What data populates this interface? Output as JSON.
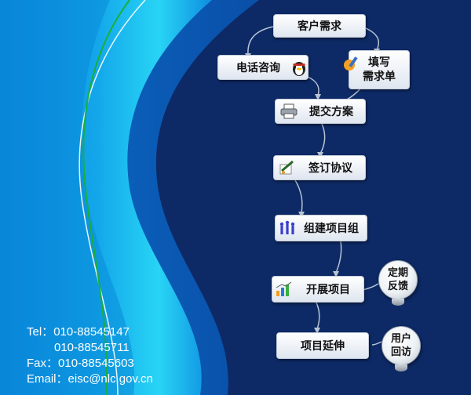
{
  "flow": {
    "customer_needs": "客户需求",
    "phone_consult": "电话咨询",
    "fill_needs_line1": "填写",
    "fill_needs_line2": "需求单",
    "submit_plan": "提交方案",
    "sign_agreement": "签订协议",
    "build_team": "组建项目组",
    "start_project": "开展项目",
    "extend_project": "项目延伸",
    "periodic_feedback_line1": "定期",
    "periodic_feedback_line2": "反馈",
    "user_visit_line1": "用户",
    "user_visit_line2": "回访"
  },
  "icons": {
    "phone_consult": "qq-penguin-icon",
    "fill_needs": "pen-icon",
    "submit_plan": "printer-icon",
    "sign_agreement": "signing-icon",
    "build_team": "people-icon",
    "start_project": "chart-icon"
  },
  "contact": {
    "tel_label": "Tel：",
    "tel_1": "010-88545147",
    "tel_2": "010-88545711",
    "fax_label": "Fax：",
    "fax": "010-88545603",
    "email_label": "Email：",
    "email": "eisc@nlc.gov.cn"
  },
  "colors": {
    "background_dark": "#0d2a66",
    "wave_cyan": "#1ec8ee",
    "wave_blue": "#0a8fe0",
    "green_line": "#18b038",
    "arrow": "#b8c4d4"
  }
}
